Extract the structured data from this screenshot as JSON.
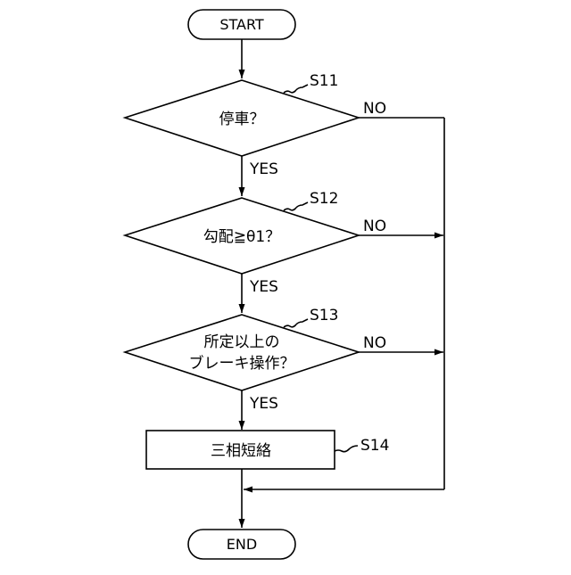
{
  "flowchart": {
    "start": "START",
    "end": "END",
    "steps": [
      {
        "id": "S11",
        "lines": [
          "停車？"
        ]
      },
      {
        "id": "S12",
        "lines": [
          "勾配≧θ1？"
        ]
      },
      {
        "id": "S13",
        "lines": [
          "所定以上の",
          "ブレーキ操作？"
        ]
      },
      {
        "id": "S14",
        "lines": [
          "三相短絡"
        ]
      }
    ],
    "branches": {
      "yes": [
        "YES",
        "YES",
        "YES"
      ],
      "no": [
        "NO",
        "NO",
        "NO"
      ]
    }
  }
}
